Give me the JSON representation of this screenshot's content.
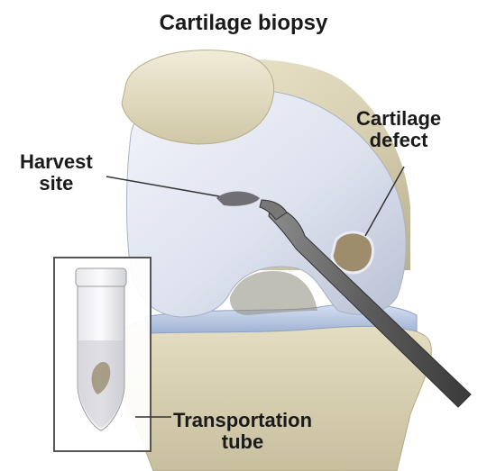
{
  "title": "Cartilage biopsy",
  "labels": {
    "harvest": [
      "Harvest",
      "site"
    ],
    "defect": [
      "Cartilage",
      "defect"
    ],
    "tube": [
      "Transportation",
      "tube"
    ]
  },
  "colors": {
    "bone": "#d9d2b4",
    "cartilage": "#dde2ee",
    "meniscus": "#b9c8e2",
    "instrument": "#5a5a5a",
    "text": "#1a1a1a"
  }
}
